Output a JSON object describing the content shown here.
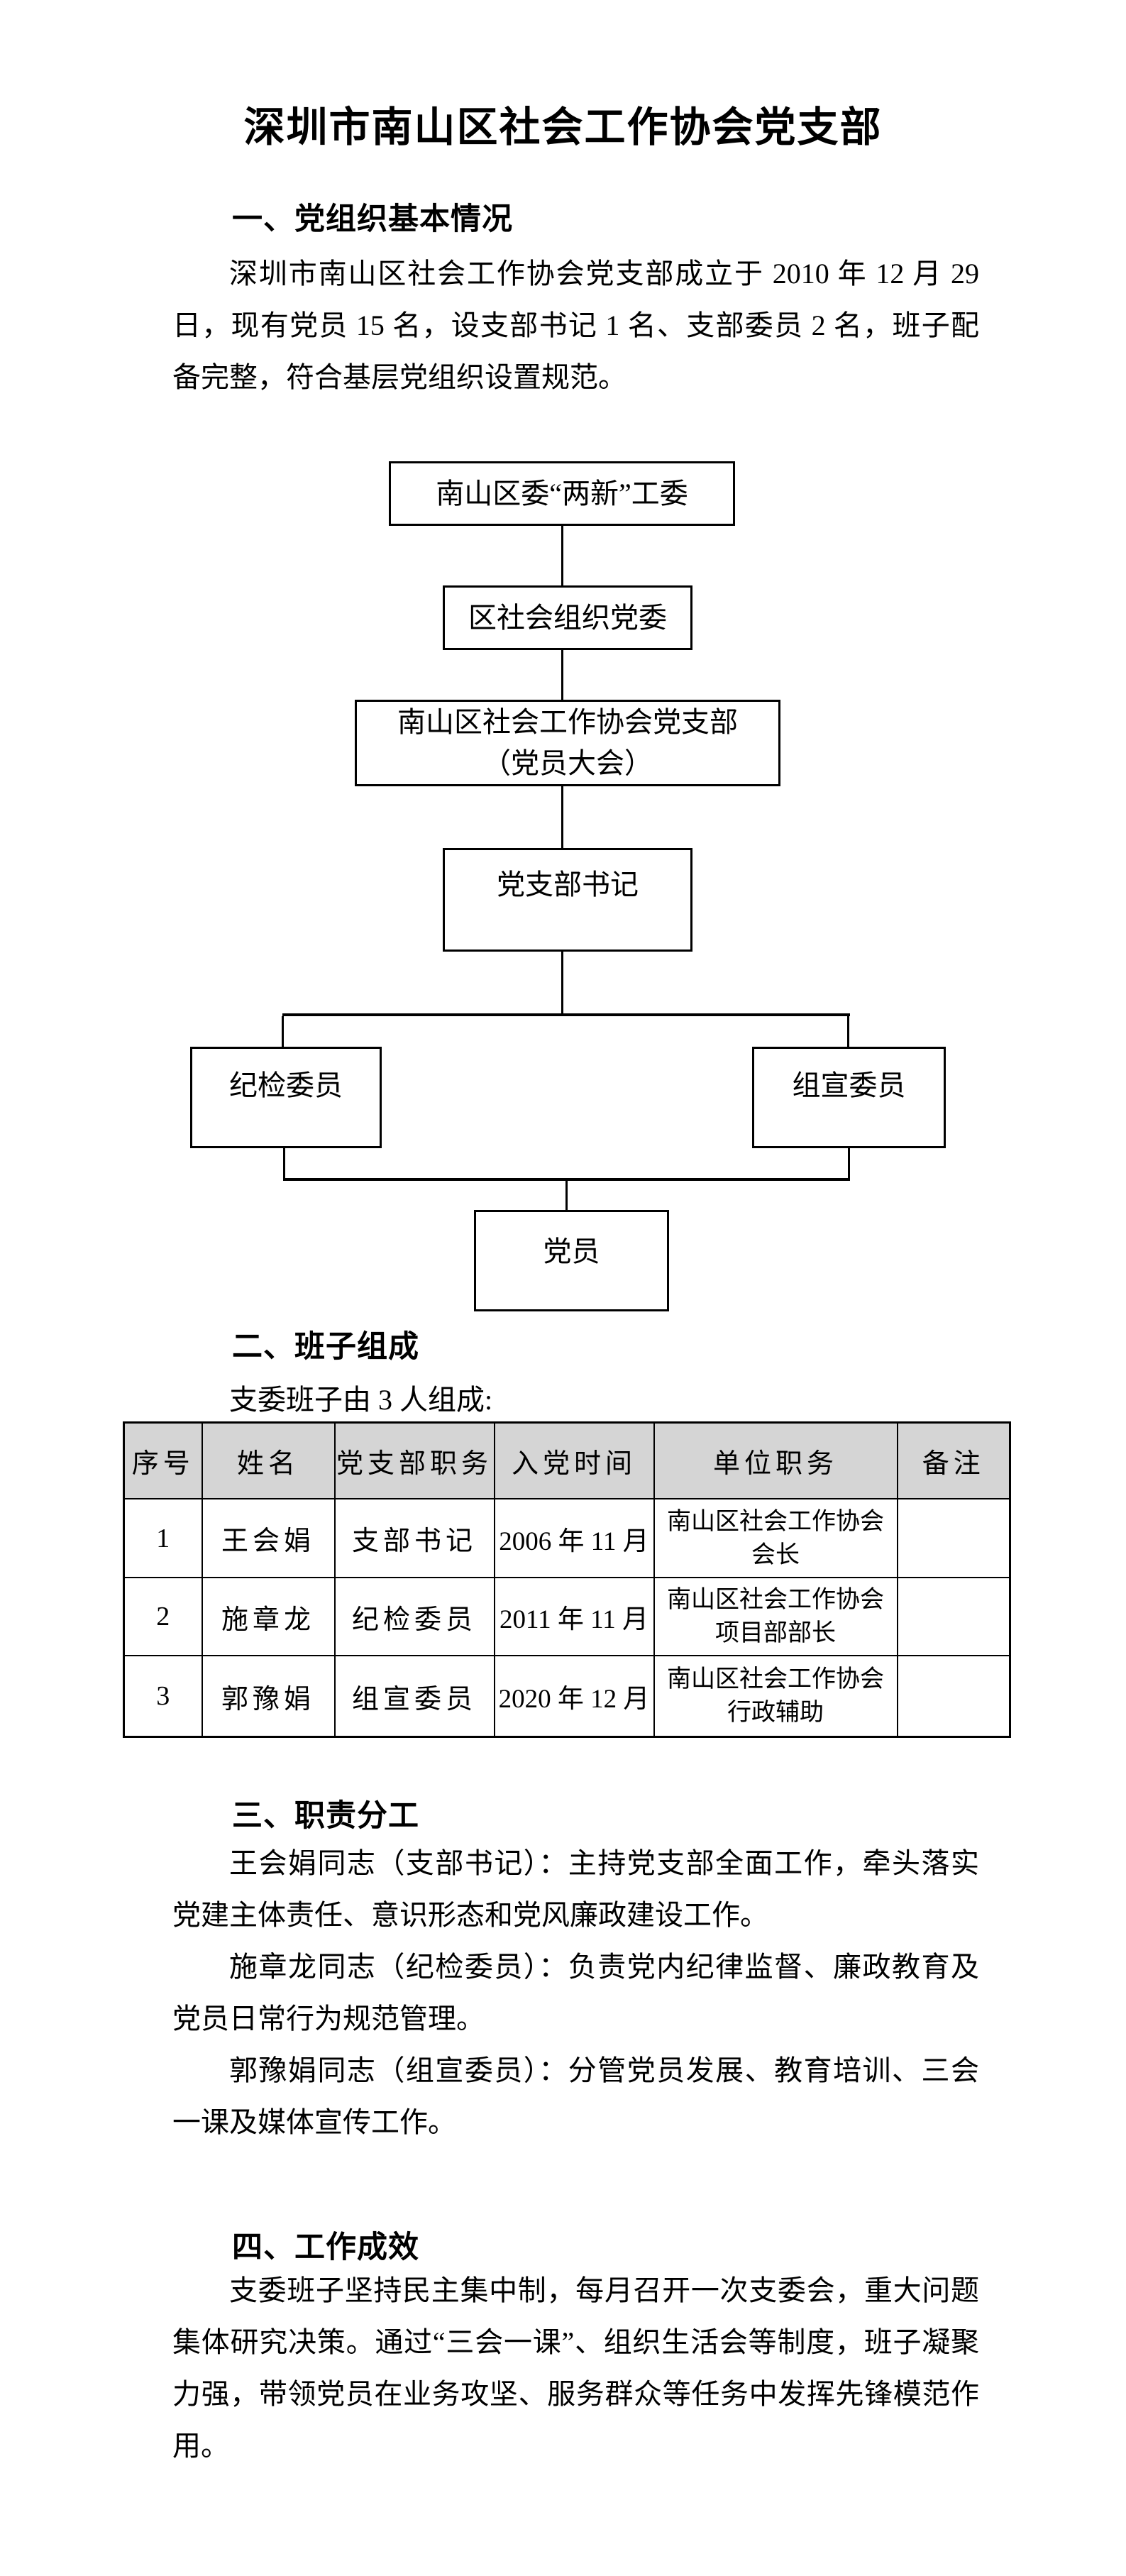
{
  "page": {
    "background": "#ffffff",
    "text_color": "#000000",
    "table_header_gray": "#d5d5d5"
  },
  "title": "深圳市南山区社会工作协会党支部",
  "section1": {
    "heading": "一、党组织基本情况",
    "paragraph": "深圳市南山区社会工作协会党支部成立于 2010 年 12 月 29 日，现有党员 15 名，设支部书记 1 名、支部委员 2 名，班子配备完整，符合基层党组织设置规范。"
  },
  "org_chart": {
    "node1": "南山区委“两新”工委",
    "node2": "区社会组织党委",
    "node3_line1": "南山区社会工作协会党支部",
    "node3_line2": "（党员大会）",
    "node4": "党支部书记",
    "node5": "纪检委员",
    "node6": "组宣委员",
    "node7": "党员"
  },
  "section2": {
    "heading": "二、班子组成",
    "intro": "支委班子由 3 人组成:",
    "table": {
      "headers": [
        "序号",
        "姓名",
        "党支部职务",
        "入党时间",
        "单位职务",
        "备注"
      ],
      "rows": [
        {
          "no": "1",
          "name": "王会娟",
          "position": "支部书记",
          "join_date": "2006 年 11 月",
          "unit_role": "南山区社会工作协会\n会长",
          "note": ""
        },
        {
          "no": "2",
          "name": "施章龙",
          "position": "纪检委员",
          "join_date": "2011 年 11 月",
          "unit_role": "南山区社会工作协会\n项目部部长",
          "note": ""
        },
        {
          "no": "3",
          "name": "郭豫娟",
          "position": "组宣委员",
          "join_date": "2020 年 12 月",
          "unit_role": "南山区社会工作协会\n行政辅助",
          "note": ""
        }
      ]
    }
  },
  "section3": {
    "heading": "三、职责分工",
    "paragraphs": [
      "王会娟同志（支部书记）：主持党支部全面工作，牵头落实党建主体责任、意识形态和党风廉政建设工作。",
      "施章龙同志（纪检委员）：负责党内纪律监督、廉政教育及党员日常行为规范管理。",
      "郭豫娟同志（组宣委员）：分管党员发展、教育培训、三会一课及媒体宣传工作。"
    ]
  },
  "section4": {
    "heading": "四、工作成效",
    "paragraph": "支委班子坚持民主集中制，每月召开一次支委会，重大问题集体研究决策。通过“三会一课”、组织生活会等制度，班子凝聚力强，带领党员在业务攻坚、服务群众等任务中发挥先锋模范作用。"
  }
}
